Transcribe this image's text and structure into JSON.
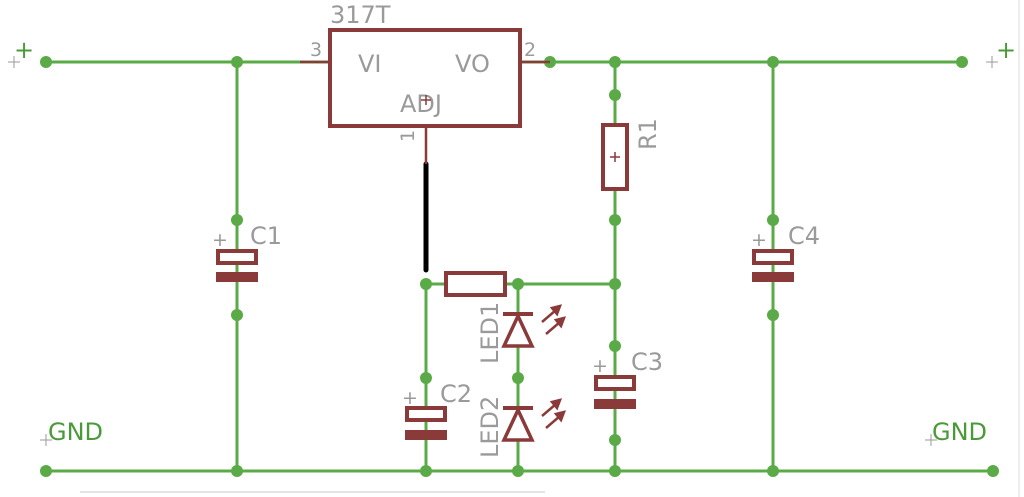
{
  "regulator": {
    "name": "317T",
    "pin_vi": "VI",
    "pin_vo": "VO",
    "pin_adj": "ADJ",
    "pin_num_in": "3",
    "pin_num_out": "2",
    "pin_num_adj": "1"
  },
  "components": {
    "r1": "R1",
    "c1": "C1",
    "c2": "C2",
    "c3": "C3",
    "c4": "C4",
    "led1": "LED1",
    "led2": "LED2"
  },
  "supplies": {
    "plus_left": "+",
    "plus_right": "+",
    "gnd_left": "GND",
    "gnd_right": "GND"
  },
  "polarity_marks": {
    "c1": "+",
    "c2": "+",
    "c3": "+",
    "c4": "+"
  },
  "colors": {
    "wire": "#5aab48",
    "component": "#8b3a3a",
    "label": "#9a9a9a",
    "jumper": "#000000"
  }
}
